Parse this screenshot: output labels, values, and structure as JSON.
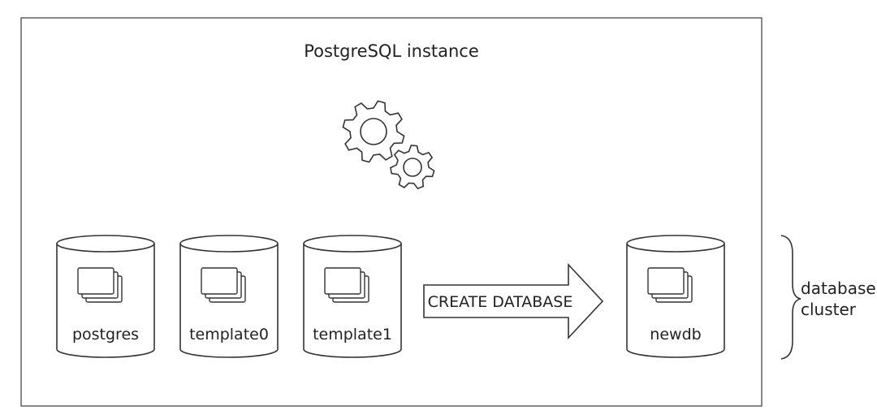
{
  "instance": {
    "title": "PostgreSQL instance"
  },
  "icons": {
    "process": "gears-icon",
    "database": "stacked-pages-icon"
  },
  "databases": [
    {
      "label": "postgres"
    },
    {
      "label": "template0"
    },
    {
      "label": "template1"
    }
  ],
  "action": {
    "label": "CREATE DATABASE"
  },
  "new_database": {
    "label": "newdb"
  },
  "cluster": {
    "line1": "database",
    "line2": "cluster"
  }
}
